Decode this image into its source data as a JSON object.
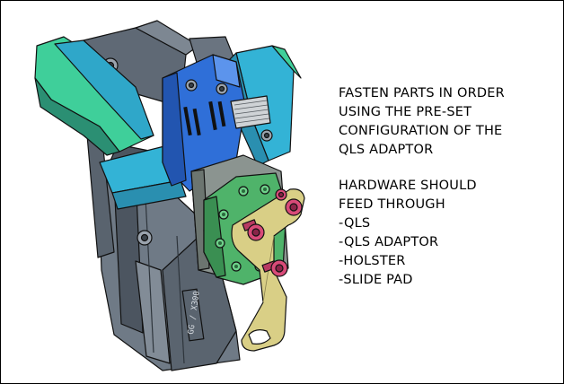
{
  "instructions": {
    "fasten": [
      "FASTEN PARTS IN ORDER",
      "USING THE PRE-SET",
      "CONFIGURATION OF THE",
      "QLS ADAPTOR"
    ],
    "hardware": [
      "HARDWARE SHOULD",
      "FEED THROUGH",
      "-QLS",
      "-QLS ADAPTOR",
      "-HOLSTER",
      "-SLIDE PAD"
    ]
  },
  "part_markings": {
    "holster_side_text": "GG / X300"
  },
  "colors": {
    "background": "#ffffff",
    "holster_body": "#6f7a86",
    "holster_dark": "#4c5560",
    "hood_green": "#3fcf9a",
    "hood_cyan": "#33b3d6",
    "retention_blue": "#2f6fd8",
    "qls_adaptor_gray": "#8b9490",
    "qls_green": "#4fb36a",
    "slide_pad_yellow": "#d9cf86",
    "screw_red": "#d84a78",
    "outline": "#111111"
  }
}
